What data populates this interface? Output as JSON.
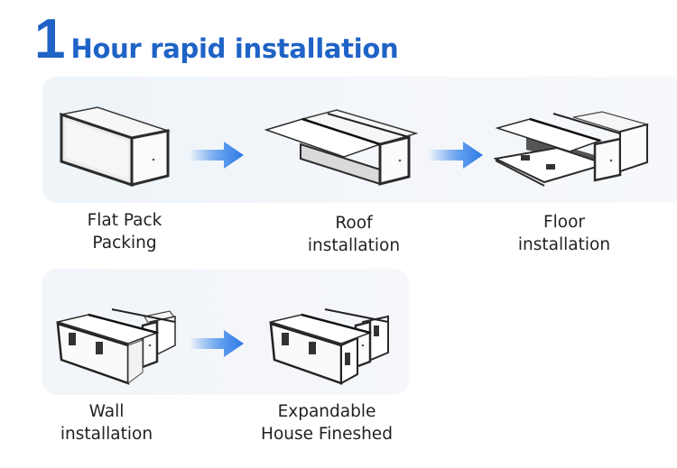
{
  "header": {
    "number": "1",
    "title": "Hour rapid installation"
  },
  "colors": {
    "accent": "#1f63c6",
    "arrow": "#2f7fe6",
    "label_text": "#222222",
    "panel_bg": "#f1f5f9"
  },
  "steps": [
    {
      "label_line1": "Flat Pack",
      "label_line2": "Packing",
      "image": "folded-container-icon"
    },
    {
      "label_line1": "Roof",
      "label_line2": "installation",
      "image": "roof-installation-icon"
    },
    {
      "label_line1": "Floor",
      "label_line2": "installation",
      "image": "floor-installation-icon"
    },
    {
      "label_line1": "Wall",
      "label_line2": "installation",
      "image": "wall-installation-icon"
    },
    {
      "label_line1": "Expandable",
      "label_line2": "House Fineshed",
      "image": "finished-house-icon"
    }
  ],
  "arrows": [
    {
      "icon": "arrow-right-icon"
    },
    {
      "icon": "arrow-right-icon"
    },
    {
      "icon": "arrow-right-icon"
    }
  ]
}
